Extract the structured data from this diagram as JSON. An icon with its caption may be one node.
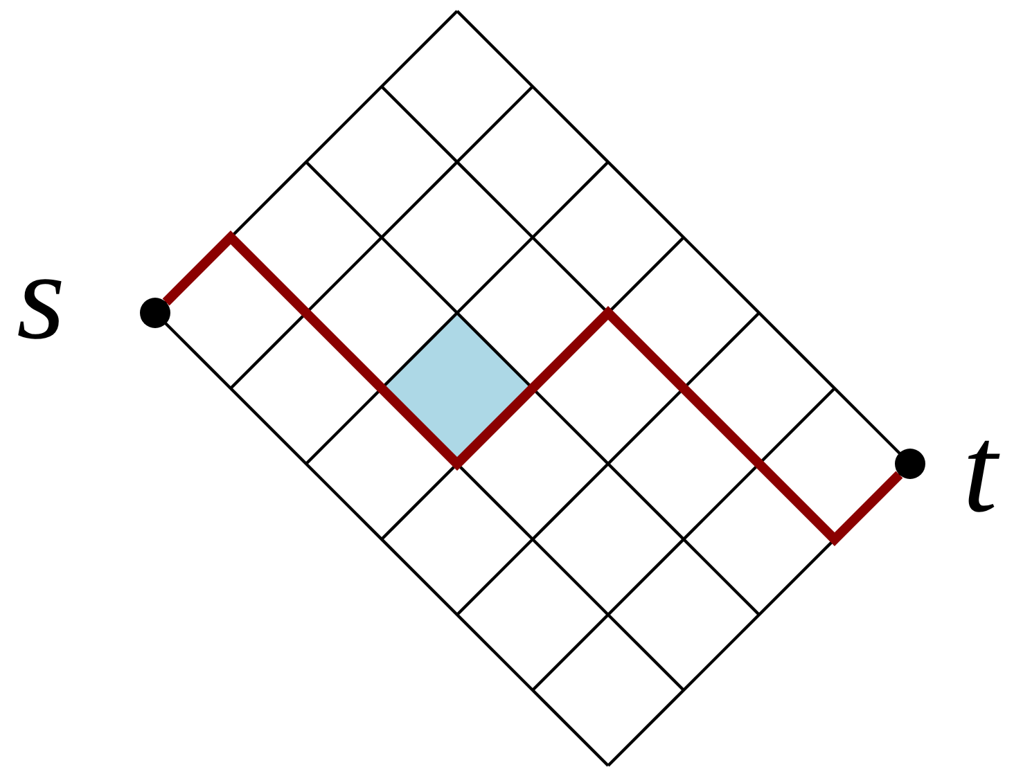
{
  "diagram": {
    "nodes": [
      {
        "text": [
          "s"
        ]
      },
      {
        "text": [
          "t"
        ]
      }
    ],
    "edges": [
      {
        "from": 0,
        "to": 1,
        "arrow": "none",
        "color": "#8b0000"
      }
    ]
  }
}
